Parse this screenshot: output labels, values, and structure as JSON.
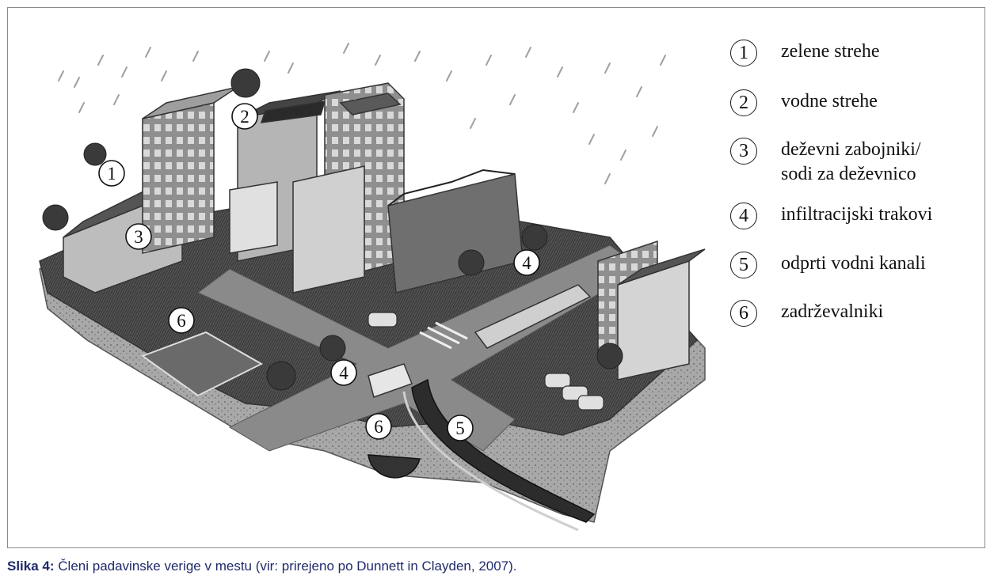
{
  "figure": {
    "legend": [
      {
        "number": "1",
        "label": "zelene strehe"
      },
      {
        "number": "2",
        "label": "vodne strehe"
      },
      {
        "number": "3",
        "label_line1": "deževni zabojniki/",
        "label_line2": "sodi za deževnico"
      },
      {
        "number": "4",
        "label": "infiltracijski trakovi"
      },
      {
        "number": "5",
        "label": "odprti vodni kanali"
      },
      {
        "number": "6",
        "label": "zadrževalniki"
      }
    ],
    "scene_markers": [
      "1",
      "2",
      "3",
      "4",
      "4",
      "5",
      "6",
      "6"
    ]
  },
  "caption": {
    "label": "Slika 4:",
    "text": " Členi padavinske verige v mestu (vir: prirejeno po Dunnett in Clayden, 2007)."
  },
  "colors": {
    "caption": "#1f2a6b",
    "ink": "#111111",
    "ground": "#4a4a4a",
    "soil": "#9a9a9a"
  }
}
